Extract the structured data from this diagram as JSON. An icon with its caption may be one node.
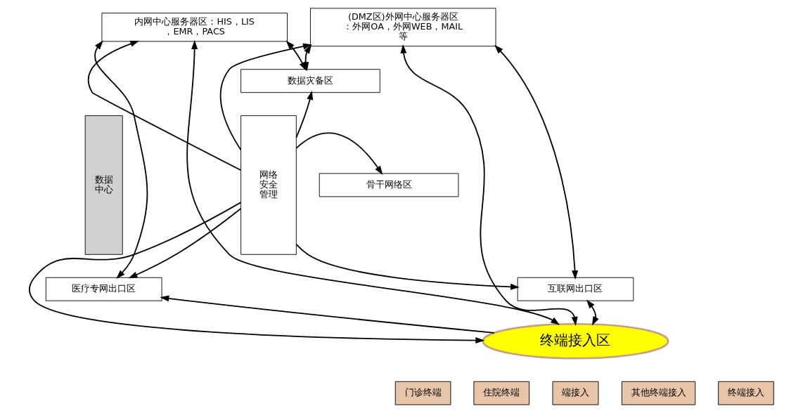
{
  "diagram": {
    "nodes": [
      {
        "text": [
          "网络安全管理"
        ]
      },
      {
        "text": [
          "数据中心"
        ]
      },
      {
        "text": [
          "内网中心服务器区：HIS，LIS，EMR，PACS"
        ]
      },
      {
        "text": [
          "(DMZ区)外网中心服务器区：外网OA，外网WEB，MAIL等"
        ]
      },
      {
        "text": [
          "数据灾备区"
        ]
      },
      {
        "text": [
          "骨干网络区"
        ]
      },
      {
        "text": [
          "医疗专网出口区"
        ]
      },
      {
        "text": [
          "互联网出口区"
        ]
      },
      {
        "text": [
          "终端接入区"
        ]
      }
    ],
    "edges": [
      {
        "from": 0,
        "to": 2,
        "arrow": "to"
      },
      {
        "from": 0,
        "to": 3,
        "arrow": "to"
      },
      {
        "from": 0,
        "to": 4,
        "arrow": "to"
      },
      {
        "from": 0,
        "to": 5,
        "arrow": "to"
      },
      {
        "from": 0,
        "to": 6,
        "arrow": "to"
      },
      {
        "from": 0,
        "to": 7,
        "arrow": "to"
      },
      {
        "from": 0,
        "to": 8,
        "arrow": "to"
      },
      {
        "from": 2,
        "to": 6,
        "arrow": "both"
      },
      {
        "from": 2,
        "to": 8,
        "arrow": "both"
      },
      {
        "from": 2,
        "to": 4,
        "arrow": "both"
      },
      {
        "from": 8,
        "to": 6,
        "arrow": "to"
      },
      {
        "from": 8,
        "to": 7,
        "arrow": "both"
      },
      {
        "from": 4,
        "to": 3,
        "arrow": "both"
      },
      {
        "from": 3,
        "to": 8,
        "arrow": "both"
      },
      {
        "from": 3,
        "to": 7,
        "arrow": "both"
      }
    ],
    "labels": [
      "门诊终端",
      "住院终端",
      "端接入",
      "其他终端接入",
      "终端接入"
    ]
  }
}
